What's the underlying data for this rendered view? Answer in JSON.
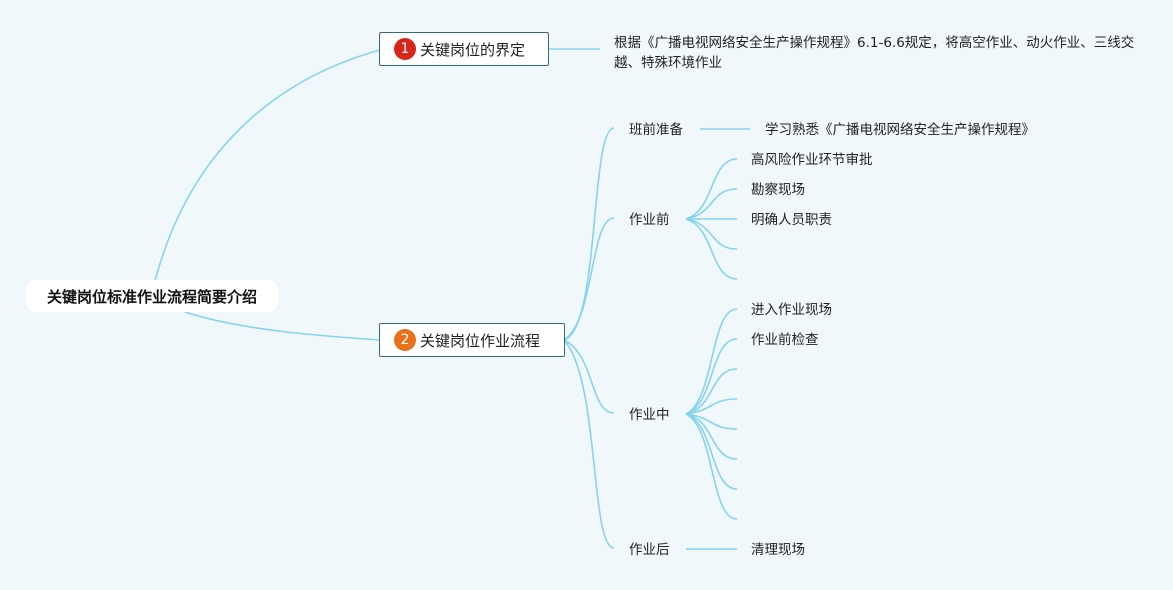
{
  "root": {
    "text": "关键岗位标准作业流程简要介绍"
  },
  "branch1": {
    "number": "1",
    "badge_color": "#d9261c",
    "text": "关键岗位的界定",
    "description": "根据《广播电视网络安全生产操作规程》6.1-6.6规定，将高空作业、动火作业、三线交越、特殊环境作业"
  },
  "branch2": {
    "number": "2",
    "badge_color": "#e8701a",
    "text": "关键岗位作业流程",
    "stages": [
      {
        "label": "班前准备",
        "items": [
          "学习熟悉《广播电视网络安全生产操作规程》"
        ]
      },
      {
        "label": "作业前",
        "items": [
          "高风险作业环节审批",
          "勘察现场",
          "明确人员职责",
          "",
          ""
        ]
      },
      {
        "label": "作业中",
        "items": [
          "进入作业现场",
          "作业前检查",
          "",
          "",
          "",
          "",
          "",
          ""
        ]
      },
      {
        "label": "作业后",
        "items": [
          "清理现场"
        ]
      }
    ]
  },
  "colors": {
    "background": "#f1f8fb",
    "link": "#86d3ee",
    "branch_border": "#2f6f73"
  }
}
